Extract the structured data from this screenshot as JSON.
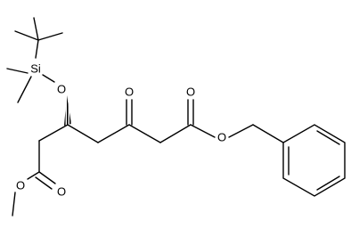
{
  "molecule": {
    "atom_labels": {
      "si": "Si",
      "ether_o": "O",
      "ketone_o": "O",
      "ester1_carbonyl_o": "O",
      "ester1_alkoxy_o": "O",
      "ester2_carbonyl_o": "O",
      "ester2_alkoxy_o": "O"
    },
    "colors": {
      "bond": "#000000",
      "label": "#000000",
      "background": "#ffffff"
    }
  }
}
